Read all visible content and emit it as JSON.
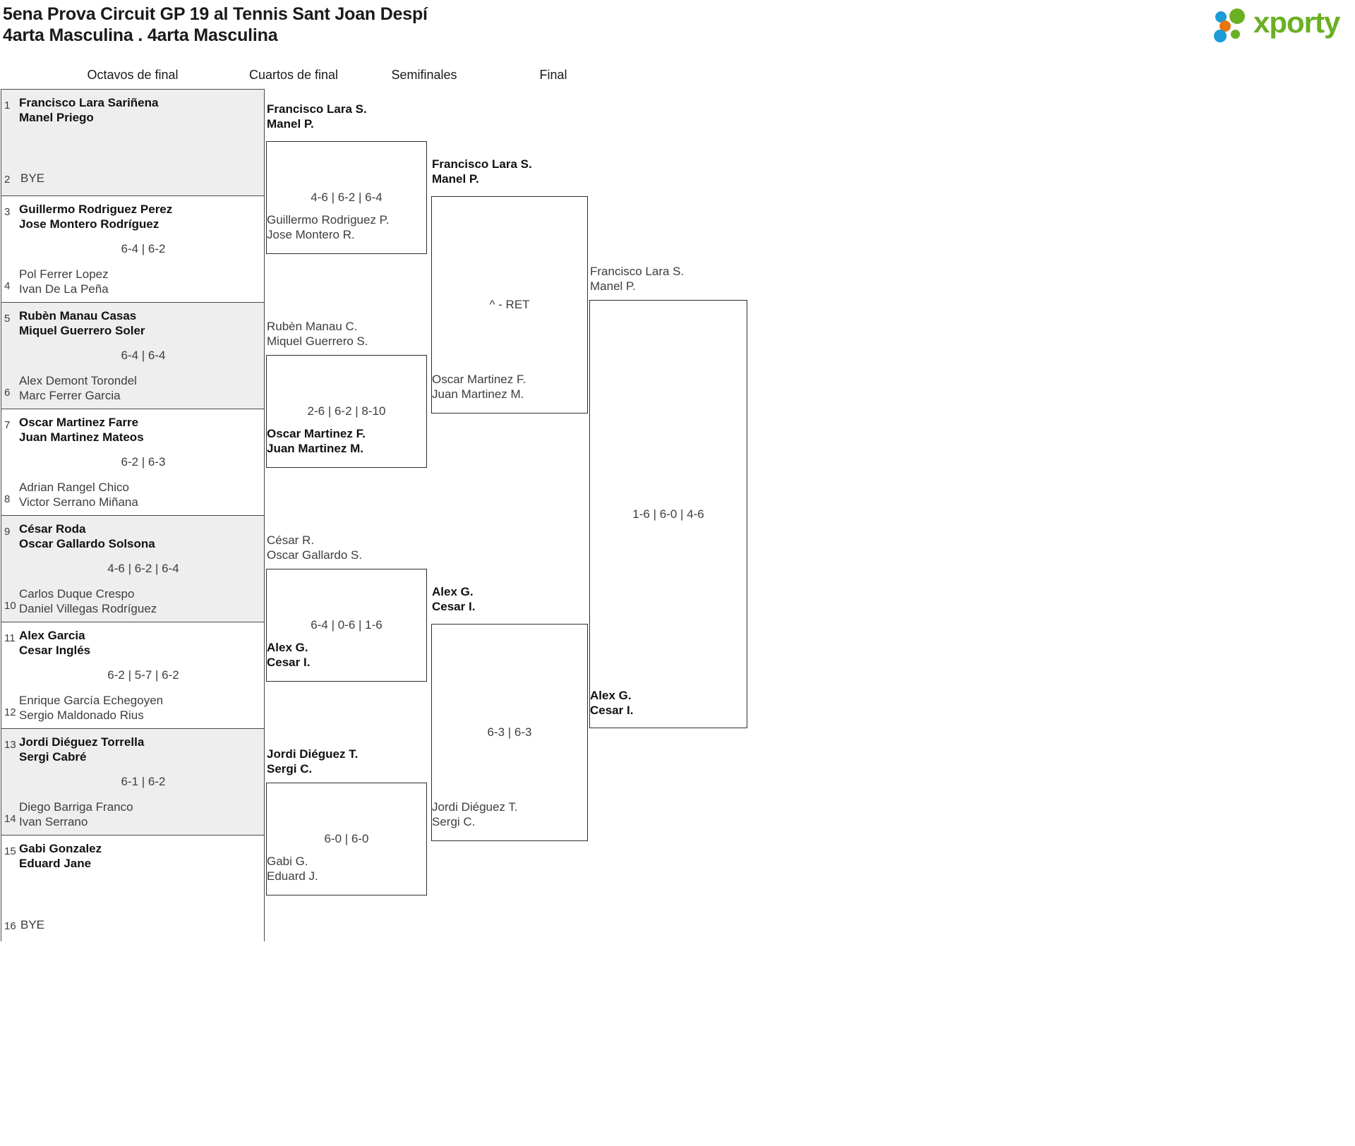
{
  "header": {
    "title_line_1": "5ena Prova Circuit GP 19 al Tennis Sant Joan Despí",
    "title_line_2": "4arta Masculina . 4arta Masculina",
    "logo_text": "xporty",
    "logo_colors": {
      "green": "#6ab023",
      "blue": "#1b9bd8",
      "orange": "#e8740c"
    }
  },
  "rounds": [
    {
      "label": "Octavos de final"
    },
    {
      "label": "Cuartos de final"
    },
    {
      "label": "Semifinales"
    },
    {
      "label": "Final"
    }
  ],
  "round1": {
    "matches": [
      {
        "shaded": true,
        "top": {
          "seed": "1",
          "p1": "Francisco Lara Sariñena",
          "p2": "Manel Priego",
          "winner": true
        },
        "bottom": {
          "seed": "2",
          "bye": "BYE",
          "winner": false
        },
        "score": ""
      },
      {
        "shaded": false,
        "top": {
          "seed": "3",
          "p1": "Guillermo Rodriguez Perez",
          "p2": "Jose Montero Rodríguez",
          "winner": true
        },
        "bottom": {
          "seed": "4",
          "p1": "Pol Ferrer Lopez",
          "p2": "Ivan De La Peña",
          "winner": false
        },
        "score": "6-4 | 6-2"
      },
      {
        "shaded": true,
        "top": {
          "seed": "5",
          "p1": "Rubèn Manau Casas",
          "p2": "Miquel Guerrero Soler",
          "winner": true
        },
        "bottom": {
          "seed": "6",
          "p1": "Alex Demont Torondel",
          "p2": "Marc Ferrer Garcia",
          "winner": false
        },
        "score": "6-4 | 6-4"
      },
      {
        "shaded": false,
        "top": {
          "seed": "7",
          "p1": "Oscar Martinez Farre",
          "p2": "Juan Martinez Mateos",
          "winner": true
        },
        "bottom": {
          "seed": "8",
          "p1": "Adrian Rangel Chico",
          "p2": "Victor Serrano Miñana",
          "winner": false
        },
        "score": "6-2 | 6-3"
      },
      {
        "shaded": true,
        "top": {
          "seed": "9",
          "p1": "César Roda",
          "p2": "Oscar Gallardo Solsona",
          "winner": true
        },
        "bottom": {
          "seed": "10",
          "p1": "Carlos Duque Crespo",
          "p2": "Daniel Villegas Rodríguez",
          "winner": false
        },
        "score": "4-6 | 6-2 | 6-4"
      },
      {
        "shaded": false,
        "top": {
          "seed": "11",
          "p1": "Alex Garcia",
          "p2": "Cesar Inglés",
          "winner": true
        },
        "bottom": {
          "seed": "12",
          "p1": "Enrique García Echegoyen",
          "p2": "Sergio Maldonado Rius",
          "winner": false
        },
        "score": "6-2 | 5-7 | 6-2"
      },
      {
        "shaded": true,
        "top": {
          "seed": "13",
          "p1": "Jordi Diéguez Torrella",
          "p2": "Sergi Cabré",
          "winner": true
        },
        "bottom": {
          "seed": "14",
          "p1": "Diego Barriga Franco",
          "p2": "Ivan Serrano",
          "winner": false
        },
        "score": "6-1 | 6-2"
      },
      {
        "shaded": false,
        "top": {
          "seed": "15",
          "p1": "Gabi Gonzalez",
          "p2": "Eduard Jane",
          "winner": true
        },
        "bottom": {
          "seed": "16",
          "bye": "BYE",
          "winner": false
        },
        "score": ""
      }
    ]
  },
  "round2": {
    "matches": [
      {
        "top": {
          "p1": "Francisco Lara S.",
          "p2": "Manel P.",
          "winner": true
        },
        "bottom": {
          "p1": "Guillermo Rodriguez P.",
          "p2": "Jose Montero R.",
          "winner": false
        },
        "score": "4-6 | 6-2 | 6-4"
      },
      {
        "top": {
          "p1": "Rubèn Manau C.",
          "p2": "Miquel Guerrero S.",
          "winner": false
        },
        "bottom": {
          "p1": "Oscar Martinez F.",
          "p2": "Juan Martinez M.",
          "winner": true
        },
        "score": "2-6 | 6-2 | 8-10"
      },
      {
        "top": {
          "p1": "César R.",
          "p2": "Oscar Gallardo S.",
          "winner": false
        },
        "bottom": {
          "p1": "Alex G.",
          "p2": "Cesar I.",
          "winner": true
        },
        "score": "6-4 | 0-6 | 1-6"
      },
      {
        "top": {
          "p1": "Jordi Diéguez T.",
          "p2": "Sergi C.",
          "winner": true
        },
        "bottom": {
          "p1": "Gabi G.",
          "p2": "Eduard J.",
          "winner": false
        },
        "score": "6-0 | 6-0"
      }
    ]
  },
  "round3": {
    "matches": [
      {
        "top": {
          "p1": "Francisco Lara S.",
          "p2": "Manel P.",
          "winner": true
        },
        "bottom": {
          "p1": "Oscar Martinez F.",
          "p2": "Juan Martinez M.",
          "winner": false
        },
        "score": "^ - RET"
      },
      {
        "top": {
          "p1": "Alex G.",
          "p2": "Cesar I.",
          "winner": true
        },
        "bottom": {
          "p1": "Jordi Diéguez T.",
          "p2": "Sergi C.",
          "winner": false
        },
        "score": "6-3 | 6-3"
      }
    ]
  },
  "round4": {
    "matches": [
      {
        "top": {
          "p1": "Francisco Lara S.",
          "p2": "Manel P.",
          "winner": false
        },
        "bottom": {
          "p1": "Alex G.",
          "p2": "Cesar I.",
          "winner": true
        },
        "score": "1-6 | 6-0 | 4-6"
      }
    ]
  }
}
